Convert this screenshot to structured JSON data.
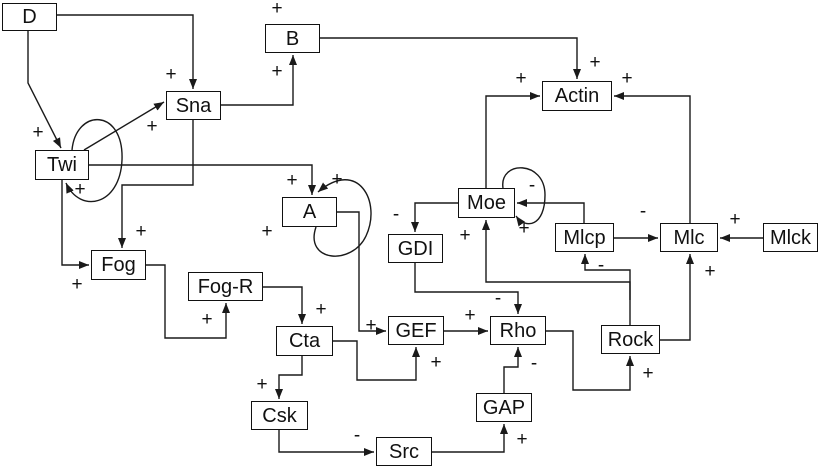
{
  "nodes": {
    "d": "D",
    "b": "B",
    "sna": "Sna",
    "actin": "Actin",
    "twi": "Twi",
    "a": "A",
    "moe": "Moe",
    "gdi": "GDI",
    "mlcp": "Mlcp",
    "mlc": "Mlc",
    "mlck": "Mlck",
    "fog": "Fog",
    "fog_r": "Fog-R",
    "cta": "Cta",
    "gef": "GEF",
    "rho": "Rho",
    "rock": "Rock",
    "csk": "Csk",
    "gap": "GAP",
    "src": "Src"
  },
  "signs": {
    "b_input": "+",
    "d_sna": "+",
    "sna_b": "+",
    "b_actin": "+",
    "moe_actin": "+",
    "mlc_actin": "+",
    "d_twi": "+",
    "twi_sna": "+",
    "twi_self": "+",
    "twi_a": "+",
    "a_self": "+",
    "a_self_lower": "+",
    "mlcp_moe": "-",
    "moe_self": "+",
    "rock_moe": "+",
    "moe_gdi": "-",
    "mlcp_mlc": "-",
    "mlck_mlc": "+",
    "rock_mlcp": "-",
    "rock_mlc": "+",
    "sna_fog": "+",
    "twi_fog": "+",
    "fog_fogr": "+",
    "fogr_cta": "+",
    "a_gef": "+",
    "gef_rho": "+",
    "gdi_rho": "-",
    "cta_gef": "+",
    "gap_rho": "-",
    "rho_rock": "+",
    "cta_csk": "+",
    "csk_src": "-",
    "src_gap": "+"
  },
  "colors": {
    "line": "#1a1a1a",
    "background": "#ffffff"
  }
}
